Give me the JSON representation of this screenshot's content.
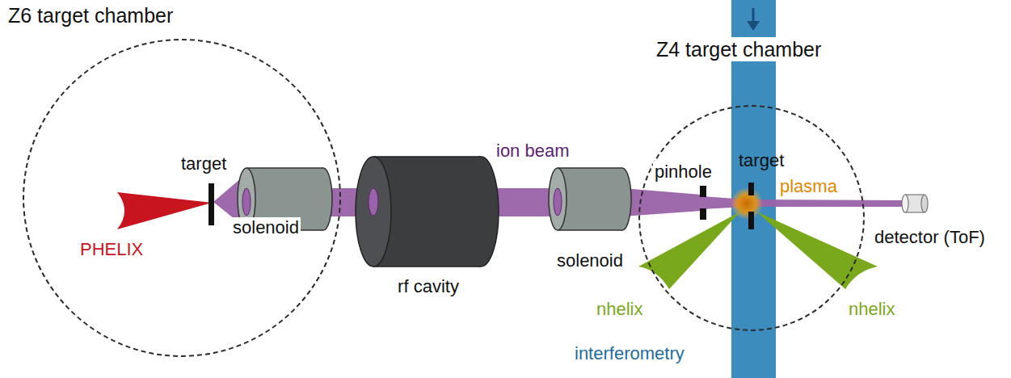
{
  "diagram": {
    "nodes": [
      {
        "text": [
          "Z6 target chamber"
        ]
      },
      {
        "text": [
          "solenoid"
        ],
        "in": 0
      },
      {
        "text": [
          "rf cavity"
        ]
      },
      {
        "text": [
          "solenoid"
        ]
      },
      {
        "text": [
          "Z4 target chamber"
        ]
      },
      {
        "text": [
          "interferometry"
        ]
      }
    ],
    "labels": [
      "target",
      "PHELIX",
      "ion beam",
      "pinhole",
      "target",
      "plasma",
      "nhelix",
      "nhelix",
      "detector (ToF)"
    ]
  }
}
